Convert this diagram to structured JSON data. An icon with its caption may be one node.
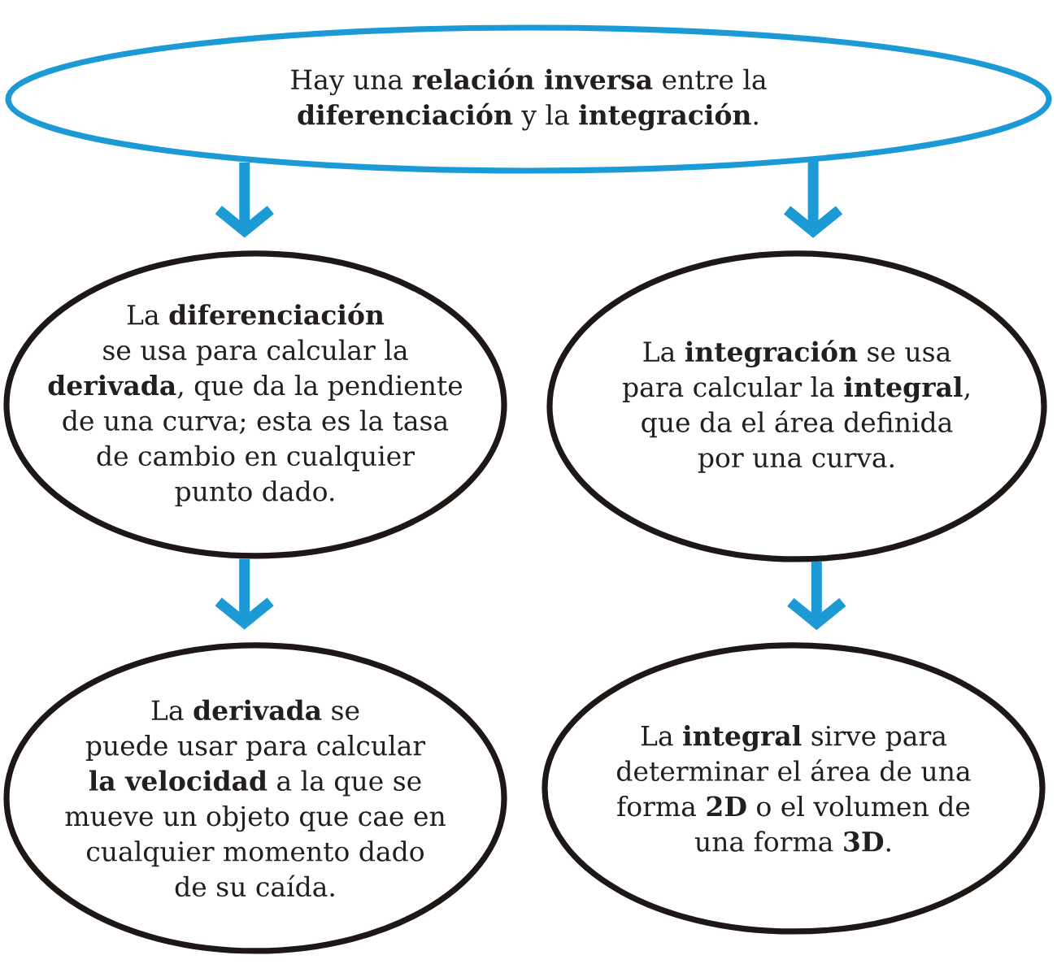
{
  "diagram": {
    "nodes": [
      {
        "text": [
          "Hay una **relación inversa** entre la **diferenciación** y la **integración**."
        ]
      },
      {
        "text": [
          "La **diferenciación** se usa para calcular la **derivada**, que da la pendiente de una curva; esta es la tasa de cambio en cualquier punto dado."
        ]
      },
      {
        "text": [
          "La **integración** se usa para calcular la **integral**, que da el área definida por una curva."
        ]
      },
      {
        "text": [
          "La **derivada** se puede usar para calcular **la velocidad** a la que se mueve un objeto que cae en cualquier momento dado de su caída."
        ]
      },
      {
        "text": [
          "La **integral** sirve para determinar el área de una forma **2D** o el volumen de una forma **3D**."
        ]
      }
    ],
    "edges": [
      {
        "from": 0,
        "to": 1,
        "arrow": "to"
      },
      {
        "from": 0,
        "to": 2,
        "arrow": "to"
      },
      {
        "from": 1,
        "to": 3,
        "arrow": "to"
      },
      {
        "from": 2,
        "to": 4,
        "arrow": "to"
      }
    ]
  }
}
